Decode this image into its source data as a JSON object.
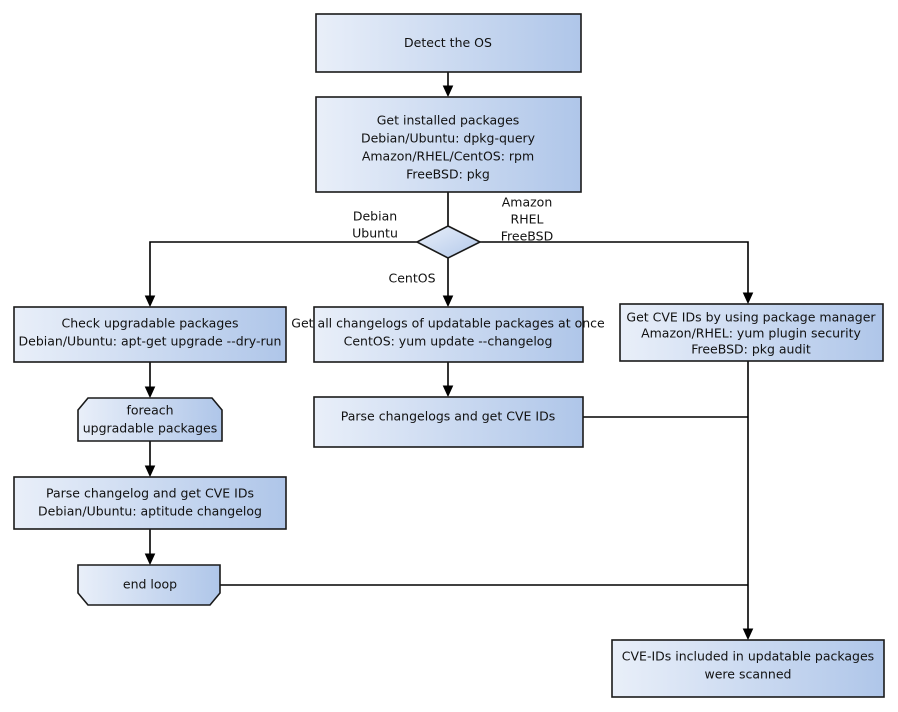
{
  "diagram": {
    "title": "OS package vulnerability scan flow",
    "colors": {
      "fill_light": "#e9eff9",
      "fill_dark": "#afc6e9",
      "stroke": "#1a1a1a",
      "text": "#111111",
      "background": "#ffffff"
    },
    "nodes": [
      {
        "id": "detect-os",
        "shape": "rectangle",
        "lines": [
          "Detect the OS"
        ]
      },
      {
        "id": "get-installed-packages",
        "shape": "rectangle",
        "lines": [
          "Get installed packages",
          "Debian/Ubuntu: dpkg-query",
          "Amazon/RHEL/CentOS: rpm",
          "FreeBSD: pkg"
        ]
      },
      {
        "id": "os-decision",
        "shape": "diamond",
        "lines": []
      },
      {
        "id": "check-upgradable-packages",
        "shape": "rectangle",
        "lines": [
          "Check upgradable packages",
          "Debian/Ubuntu: apt-get upgrade --dry-run"
        ]
      },
      {
        "id": "get-all-changelogs",
        "shape": "rectangle",
        "lines": [
          "Get all changelogs of updatable packages at once",
          "CentOS: yum update --changelog"
        ]
      },
      {
        "id": "get-cve-ids-package-manager",
        "shape": "rectangle",
        "lines": [
          "Get CVE IDs by using package manager",
          "Amazon/RHEL: yum plugin security",
          "FreeBSD: pkg audit"
        ]
      },
      {
        "id": "foreach-upgradable-packages",
        "shape": "loop-start",
        "lines": [
          "foreach",
          "upgradable  packages"
        ]
      },
      {
        "id": "parse-changelogs-center",
        "shape": "rectangle",
        "lines": [
          "Parse changelogs and get CVE IDs"
        ]
      },
      {
        "id": "parse-changelog-left",
        "shape": "rectangle",
        "lines": [
          "Parse changelog and get  CVE IDs",
          "Debian/Ubuntu: aptitude changelog"
        ]
      },
      {
        "id": "end-loop",
        "shape": "loop-end",
        "lines": [
          "end loop"
        ]
      },
      {
        "id": "scanned-result",
        "shape": "rectangle",
        "lines": [
          "CVE-IDs included in updatable packages",
          "were scanned"
        ]
      }
    ],
    "edge_labels": [
      {
        "id": "branch-debian-ubuntu",
        "lines": [
          "Debian",
          "Ubuntu"
        ]
      },
      {
        "id": "branch-amazon-rhel-freebsd",
        "lines": [
          "Amazon",
          "RHEL",
          "FreeBSD"
        ]
      },
      {
        "id": "branch-centos",
        "lines": [
          "CentOS"
        ]
      }
    ]
  }
}
